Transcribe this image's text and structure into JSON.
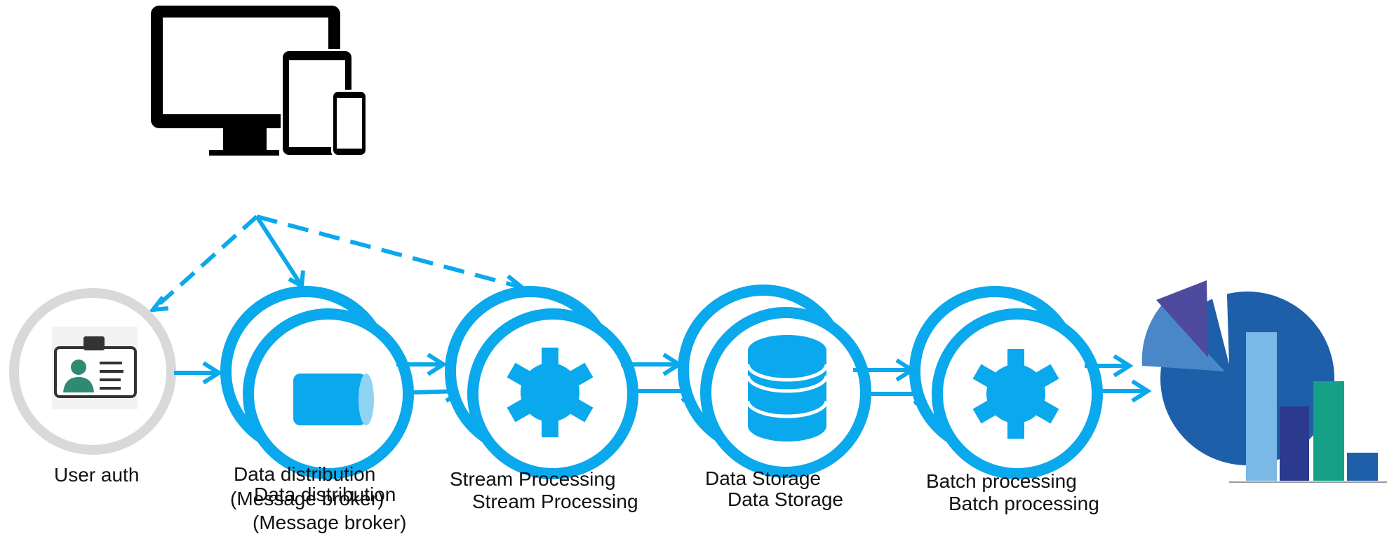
{
  "colors": {
    "accent": "#0aa8ec",
    "auth_ring": "#d9d9d9",
    "device": "#000000",
    "auth_icon": "#2e8b72",
    "chart_dark": "#1e5faa",
    "chart_mid": "#4a87c8",
    "chart_purple": "#4e4a9e",
    "chart_teal": "#16a087",
    "chart_light": "#7ab8e6",
    "chart_navy": "#2b3a8f"
  },
  "icons": {
    "devices": "monitor-tablet-phone-icon",
    "auth": "id-badge-icon",
    "broker": "cylinder-pipe-icon",
    "stream": "gear-icon",
    "storage": "database-icon",
    "batch": "gear-icon",
    "output": "pie-bar-chart-icon"
  },
  "labels": {
    "user_auth": "User auth",
    "broker_back_line1": "Data distribution",
    "broker_back_line2": "(Message broker)",
    "broker_front_line1": "Data distribution",
    "broker_front_line2": "(Message broker)",
    "stream_back": "Stream Processing",
    "stream_front": "Stream Processing",
    "storage_back": "Data Storage",
    "storage_front": "Data Storage",
    "batch_back": "Batch processing",
    "batch_front": "Batch processing"
  }
}
